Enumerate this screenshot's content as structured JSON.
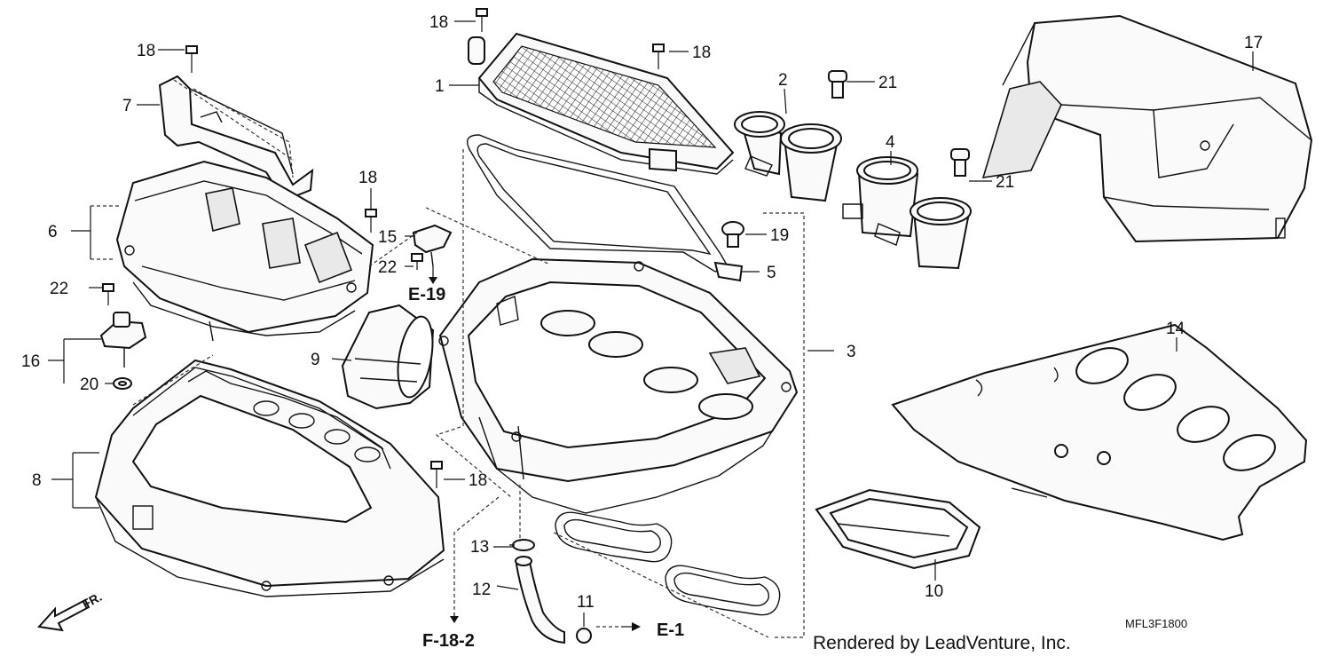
{
  "labels": {
    "p1": "1",
    "p2": "2",
    "p3": "3",
    "p4": "4",
    "p5": "5",
    "p6": "6",
    "p7": "7",
    "p8": "8",
    "p9": "9",
    "p10": "10",
    "p11": "11",
    "p12": "12",
    "p13": "13",
    "p14": "14",
    "p15": "15",
    "p16": "16",
    "p17": "17",
    "p18a": "18",
    "p18b": "18",
    "p18c": "18",
    "p18d": "18",
    "p18e": "18",
    "p19": "19",
    "p20": "20",
    "p21a": "21",
    "p21b": "21",
    "p22a": "22",
    "p22b": "22"
  },
  "references": {
    "e19": "E-19",
    "f182": "F-18-2",
    "e1": "E-1"
  },
  "front_marker": "FR.",
  "diagram_code": "MFL3F1800",
  "credit": "Rendered by LeadVenture, Inc."
}
